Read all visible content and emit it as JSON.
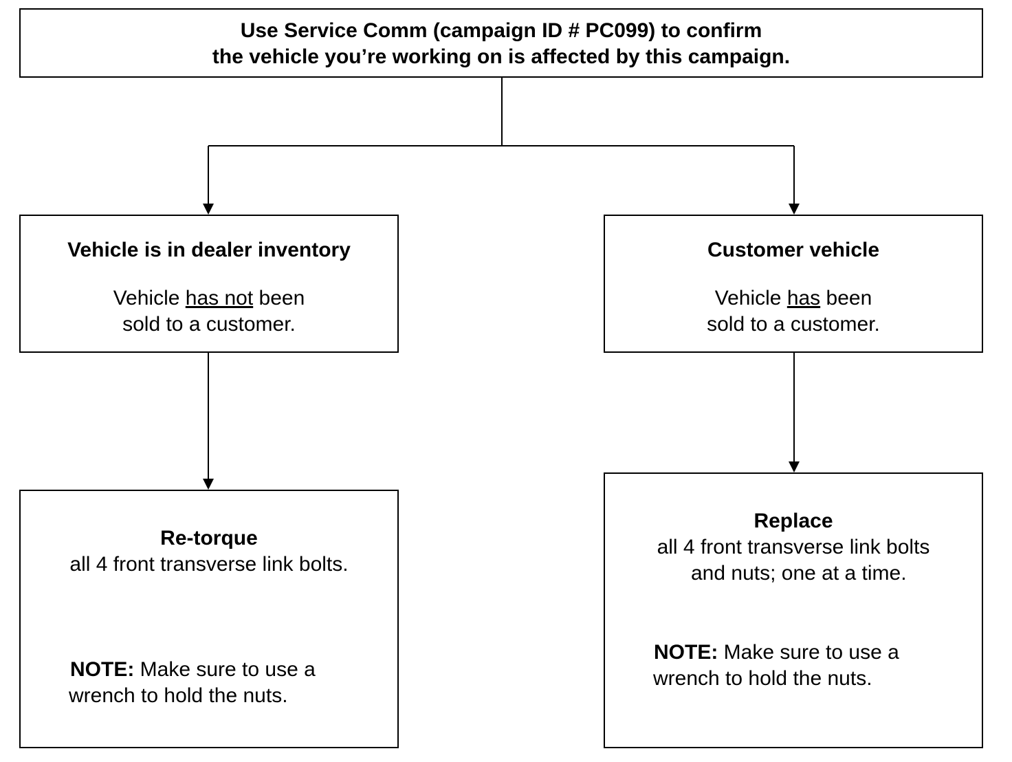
{
  "top": {
    "line1": "Use Service Comm (campaign ID # PC099) to confirm",
    "line2": "the vehicle you’re working on is affected by this campaign."
  },
  "left": {
    "title": "Vehicle is in dealer inventory",
    "l1_pre": "Vehicle ",
    "l1_ul": "has not",
    "l1_post": " been",
    "l2": "sold to a customer."
  },
  "right": {
    "title": "Customer vehicle",
    "l1_pre": "Vehicle ",
    "l1_ul": "has",
    "l1_post": " been",
    "l2": "sold to a customer."
  },
  "left_action": {
    "title": "Re-torque",
    "line": "all 4 front transverse link bolts.",
    "note_label": "NOTE:",
    "note_l1": " Make sure to use a",
    "note_l2": "wrench to hold the nuts."
  },
  "right_action": {
    "title": "Replace",
    "line1": "all 4 front transverse link bolts",
    "line2": "and nuts; one at a time.",
    "note_label": "NOTE:",
    "note_l1": " Make sure to use a",
    "note_l2": "wrench to hold the nuts."
  }
}
